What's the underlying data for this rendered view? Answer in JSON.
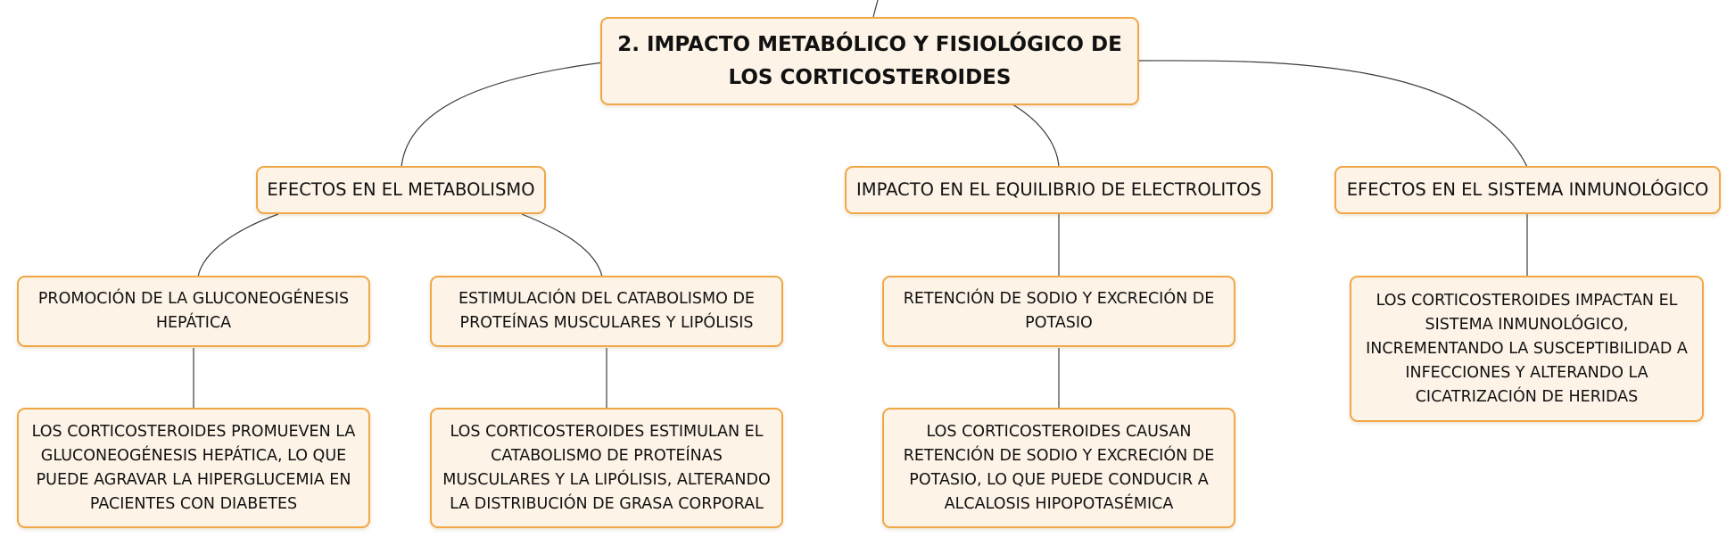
{
  "diagram": {
    "root": {
      "text": "2. IMPACTO METABÓLICO Y FISIOLÓGICO DE LOS CORTICOSTEROIDES"
    },
    "branches": [
      {
        "title": "EFECTOS EN EL METABOLISMO",
        "children": [
          {
            "title": "PROMOCIÓN DE LA GLUCONEOGÉNESIS HEPÁTICA",
            "detail": "LOS CORTICOSTEROIDES PROMUEVEN LA GLUCONEOGÉNESIS HEPÁTICA, LO QUE PUEDE AGRAVAR LA HIPERGLUCEMIA EN PACIENTES CON DIABETES"
          },
          {
            "title": "ESTIMULACIÓN DEL CATABOLISMO DE PROTEÍNAS MUSCULARES Y LIPÓLISIS",
            "detail": "LOS CORTICOSTEROIDES ESTIMULAN EL CATABOLISMO DE PROTEÍNAS MUSCULARES Y LA LIPÓLISIS, ALTERANDO LA DISTRIBUCIÓN DE GRASA CORPORAL"
          }
        ]
      },
      {
        "title": "IMPACTO EN EL EQUILIBRIO DE ELECTROLITOS",
        "children": [
          {
            "title": "RETENCIÓN DE SODIO Y EXCRECIÓN DE POTASIO",
            "detail": "LOS CORTICOSTEROIDES CAUSAN RETENCIÓN DE SODIO Y EXCRECIÓN DE POTASIO, LO QUE PUEDE CONDUCIR A ALCALOSIS HIPOPOTASÉMICA"
          }
        ]
      },
      {
        "title": "EFECTOS EN EL SISTEMA INMUNOLÓGICO",
        "children": [
          {
            "title": "LOS CORTICOSTEROIDES IMPACTAN EL SISTEMA INMUNOLÓGICO, INCREMENTANDO LA SUSCEPTIBILIDAD A INFECCIONES Y ALTERANDO LA CICATRIZACIÓN DE HERIDAS"
          }
        ]
      }
    ]
  }
}
